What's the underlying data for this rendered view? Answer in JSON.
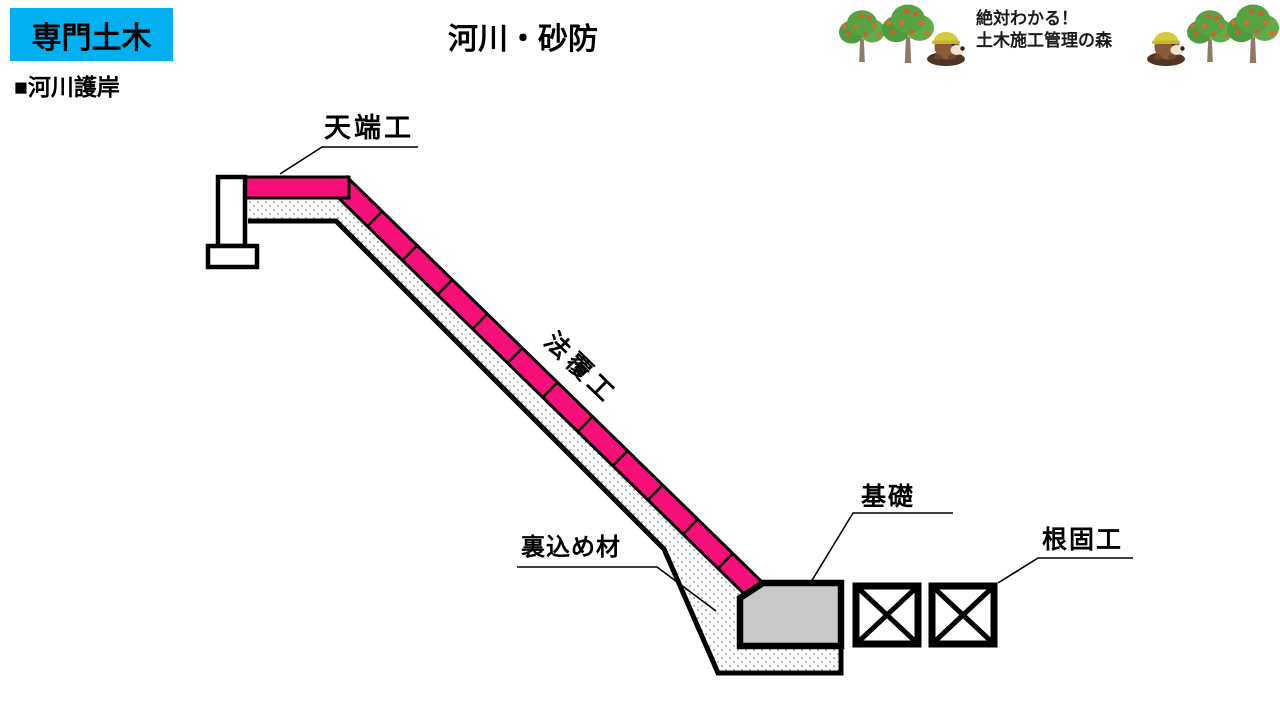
{
  "header": {
    "category_label": "専門土木",
    "title": "河川・砂防",
    "slogan_line1": "絶対わかる！",
    "slogan_line2": "土木施工管理の森"
  },
  "section_heading": "■河川護岸",
  "diagram": {
    "labels": {
      "crown": "天端工",
      "slope_cover": "法覆工",
      "backfill": "裏込め材",
      "foundation": "基礎",
      "foot_protection": "根固工"
    }
  },
  "colors": {
    "category_bg": "#00B0F0",
    "slope_pink": "#F8107A",
    "foundation_gray": "#C9C9C9"
  }
}
